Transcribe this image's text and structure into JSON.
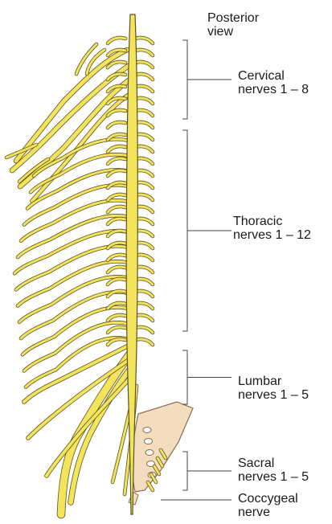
{
  "view_label": {
    "line1": "Posterior",
    "line2": "view"
  },
  "regions": [
    {
      "id": "cervical",
      "line1": "Cervical",
      "line2": "nerves 1 – 8"
    },
    {
      "id": "thoracic",
      "line1": "Thoracic",
      "line2": "nerves 1 – 12"
    },
    {
      "id": "lumbar",
      "line1": "Lumbar",
      "line2": "nerves 1 – 5"
    },
    {
      "id": "sacral",
      "line1": "Sacral",
      "line2": "nerves 1 – 5"
    },
    {
      "id": "coccygeal",
      "line1": "Coccygeal",
      "line2": "nerve"
    }
  ],
  "colors": {
    "nerve_fill": "#f3e45c",
    "nerve_outline": "#5a5225",
    "sacrum_fill": "#f4dcbf",
    "sacrum_outline": "#8a6d4c",
    "bracket": "#444444",
    "text": "#1a1a1a"
  }
}
